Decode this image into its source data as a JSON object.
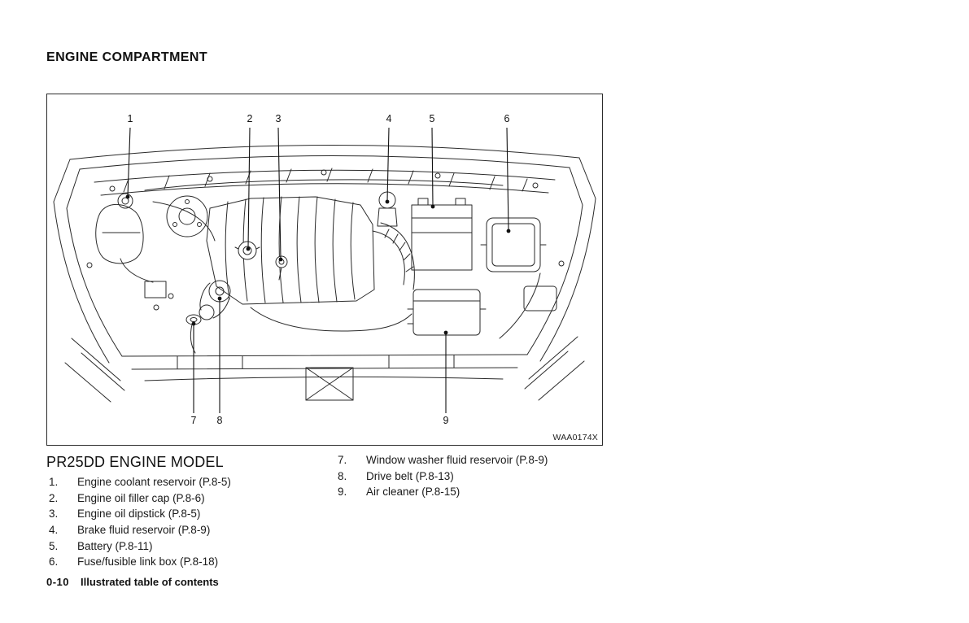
{
  "page": {
    "title": "ENGINE COMPARTMENT",
    "footer": {
      "page_number": "0-10",
      "section": "Illustrated table of contents"
    }
  },
  "diagram": {
    "figure_code": "WAA0174X",
    "callouts": [
      {
        "num": "1"
      },
      {
        "num": "2"
      },
      {
        "num": "3"
      },
      {
        "num": "4"
      },
      {
        "num": "5"
      },
      {
        "num": "6"
      },
      {
        "num": "7"
      },
      {
        "num": "8"
      },
      {
        "num": "9"
      }
    ]
  },
  "legend": {
    "heading": "PR25DD ENGINE MODEL",
    "left_items": [
      {
        "num": "1.",
        "label": "Engine coolant reservoir (P.8-5)"
      },
      {
        "num": "2.",
        "label": "Engine oil filler cap (P.8-6)"
      },
      {
        "num": "3.",
        "label": "Engine oil dipstick (P.8-5)"
      },
      {
        "num": "4.",
        "label": "Brake fluid reservoir (P.8-9)"
      },
      {
        "num": "5.",
        "label": "Battery (P.8-11)"
      },
      {
        "num": "6.",
        "label": "Fuse/fusible link box (P.8-18)"
      }
    ],
    "right_items": [
      {
        "num": "7.",
        "label": "Window washer fluid reservoir (P.8-9)"
      },
      {
        "num": "8.",
        "label": "Drive belt (P.8-13)"
      },
      {
        "num": "9.",
        "label": "Air cleaner (P.8-15)"
      }
    ]
  }
}
